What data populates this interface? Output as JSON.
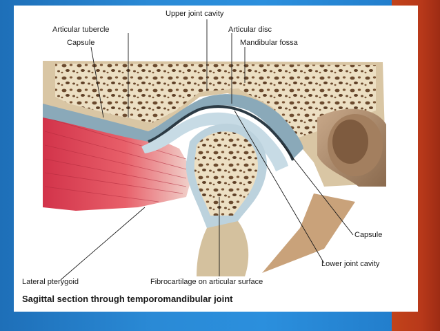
{
  "figure": {
    "caption": "Sagittal section through temporomandibular joint",
    "labels": {
      "upper_joint_cavity": "Upper joint cavity",
      "articular_tubercle": "Articular tubercle",
      "articular_disc": "Articular disc",
      "capsule_top": "Capsule",
      "mandibular_fossa": "Mandibular fossa",
      "capsule_right": "Capsule",
      "lower_joint_cavity": "Lower joint cavity",
      "lateral_pterygoid": "Lateral pterygoid",
      "fibrocartilage": "Fibrocartilage on articular surface"
    }
  },
  "colors": {
    "background_blue": "#2a8ad6",
    "accent_red": "#b8391a",
    "bone": "#e8dcc0",
    "bone_pores": "#6b4a2e",
    "cartilage": "#b9d0dc",
    "muscle": "#e0505a"
  }
}
